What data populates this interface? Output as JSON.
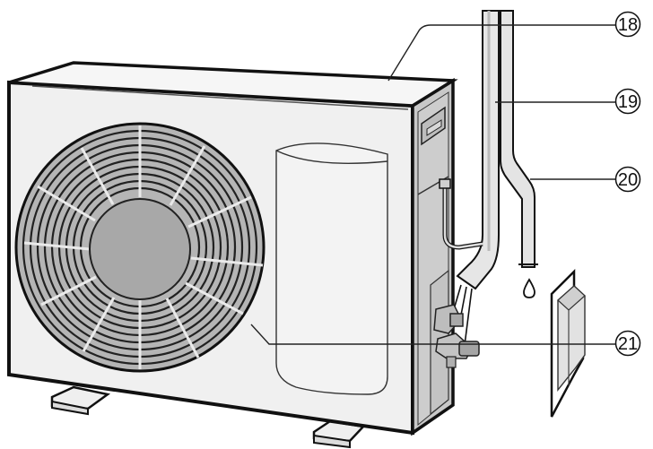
{
  "diagram": {
    "subject": "Outdoor air-conditioner unit installation",
    "colors": {
      "background": "#ffffff",
      "unit_body": "#f0f0f0",
      "unit_side": "#c8c8c8",
      "fan_grille": "#b0b0b0",
      "fan_hub": "#a8a8a8",
      "outline": "#111111",
      "pipe_fill": "#e6e6e6"
    },
    "callouts": [
      {
        "number": "18",
        "label": "18",
        "target": "unit-top-panel"
      },
      {
        "number": "19",
        "label": "19",
        "target": "refrigerant-pipe"
      },
      {
        "number": "20",
        "label": "20",
        "target": "drain-hose"
      },
      {
        "number": "21",
        "label": "21",
        "target": "service-valves-and-grille"
      }
    ],
    "parts": {
      "outdoor_unit": "outdoor-unit",
      "fan_grille": "fan-grille",
      "fan_hub": "fan-hub",
      "side_panel": "side-panel",
      "front_panel_recess": "front-panel-recess",
      "refrigerant_pipe": "refrigerant-pipe",
      "drain_hose": "drain-hose",
      "water_drop": "water-drop",
      "valve_cover": "valve-cover",
      "mounting_feet": [
        "mounting-foot-left",
        "mounting-foot-right"
      ]
    }
  }
}
